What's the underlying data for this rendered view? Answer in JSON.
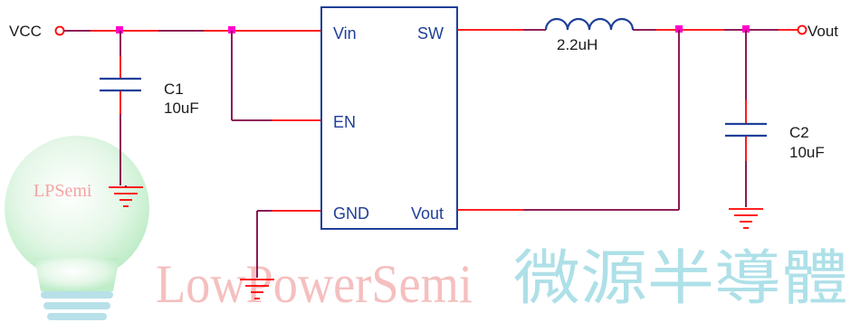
{
  "labels": {
    "vcc": "VCC",
    "vout_terminal": "Vout",
    "c1_name": "C1",
    "c1_value": "10uF",
    "c2_name": "C2",
    "c2_value": "10uF",
    "inductor_value": "2.2uH"
  },
  "ic_pins": {
    "vin": "Vin",
    "en": "EN",
    "gnd": "GND",
    "sw": "SW",
    "vout": "Vout"
  },
  "watermark": {
    "bulb_text": "LPSemi",
    "brand_en": "LowPowerSemi",
    "brand_cn": "微源半導體"
  },
  "colors": {
    "wire": "#ff0000",
    "wire_dark": "#800040",
    "ic_border": "#1f3f99",
    "junction": "#ff00cc",
    "component": "#1f3f99"
  }
}
